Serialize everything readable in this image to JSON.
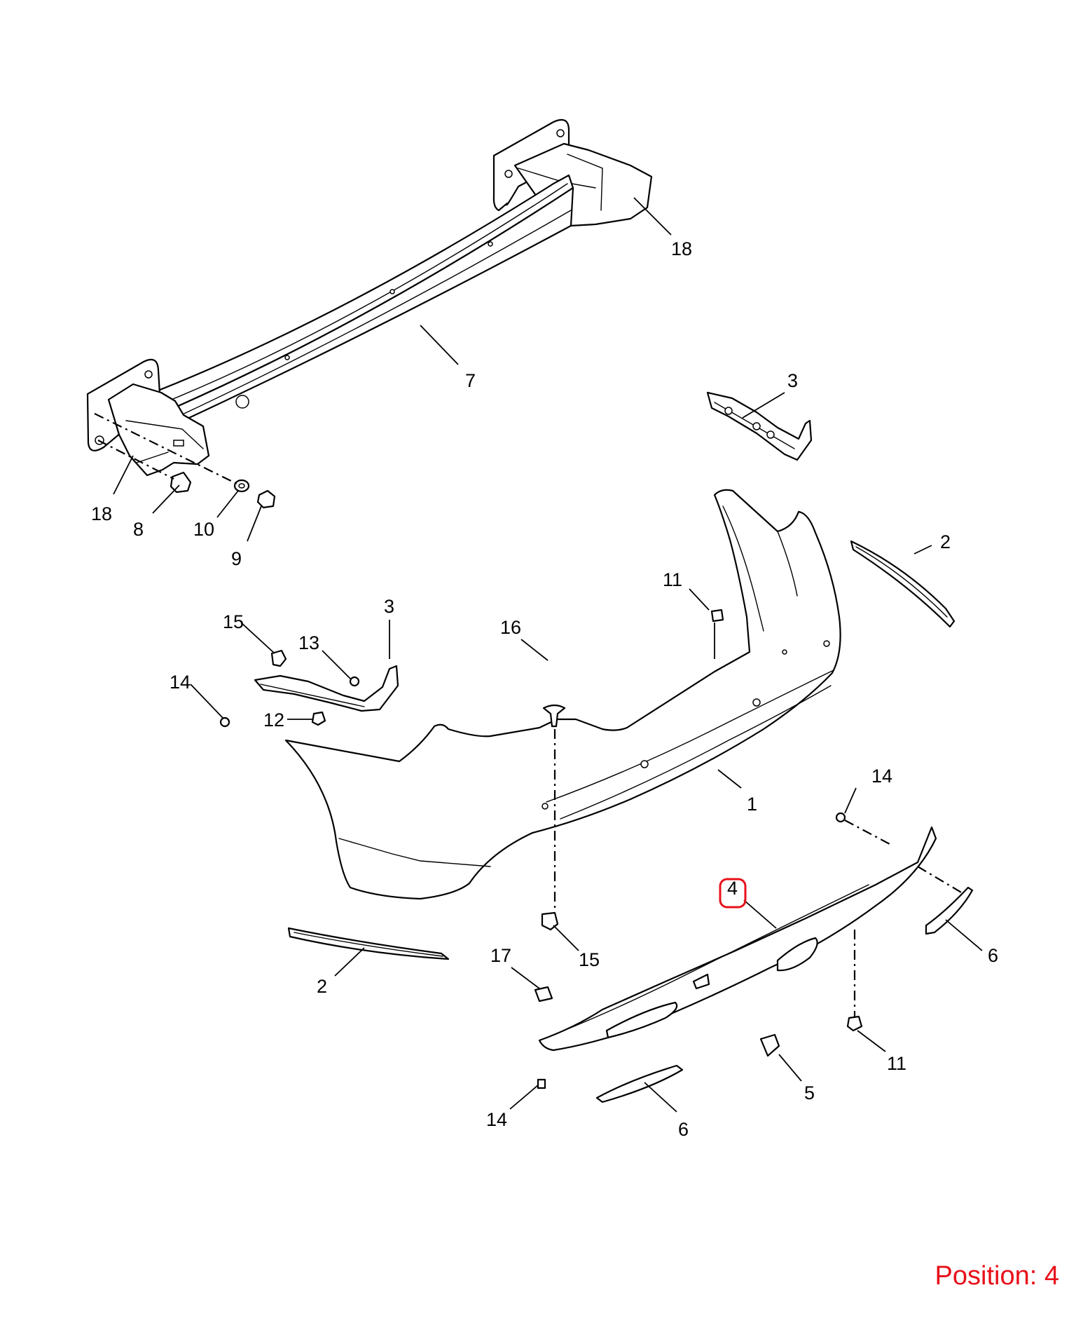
{
  "diagram": {
    "callouts": {
      "c18a": "18",
      "c7": "7",
      "c18b": "18",
      "c8": "8",
      "c10": "10",
      "c9": "9",
      "c3a": "3",
      "c2a": "2",
      "c11a": "11",
      "c16": "16",
      "c3b": "3",
      "c15a": "15",
      "c13": "13",
      "c14a": "14",
      "c12": "12",
      "c1": "1",
      "c14b": "14",
      "c4": "4",
      "c6a": "6",
      "c15b": "15",
      "c2b": "2",
      "c17": "17",
      "c11b": "11",
      "c5": "5",
      "c14c": "14",
      "c6b": "6"
    },
    "highlight_callout": "4",
    "highlight_color": "#e8101a"
  },
  "position_label": "Position: 4"
}
